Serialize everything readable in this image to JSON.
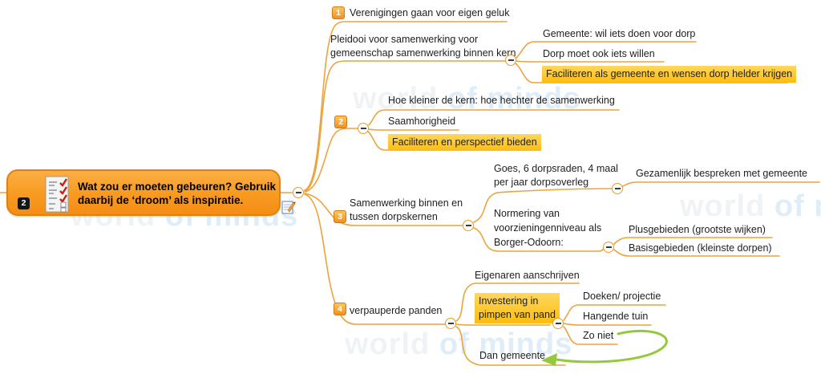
{
  "colors": {
    "branch_line": "#EBA43E",
    "highlight_top": "#FFD75E",
    "highlight_bottom": "#FCBD0E",
    "node_orange": "#F89A20",
    "relationship_green": "#94C83D",
    "text": "#1E1E1E"
  },
  "watermark": {
    "word1": "world",
    "word2": "of minds"
  },
  "central": {
    "badge": "2",
    "lines": [
      "Wat zou er moeten gebeuren? Gebruik",
      "daarbij de ‘droom’ als inspiratie."
    ]
  },
  "branches": [
    {
      "badge": "1",
      "label": "Verenigingen gaan voor eigen geluk"
    },
    {
      "lines": [
        "Pleidooi voor samenwerking voor",
        "gemeenschap samenwerking binnen kern"
      ],
      "children": [
        {
          "label": "Gemeente: wil iets doen voor dorp"
        },
        {
          "label": "Dorp moet ook iets willen"
        },
        {
          "label": "Faciliteren als gemeente en wensen  dorp helder krijgen",
          "highlight": true
        }
      ]
    },
    {
      "badge": "2",
      "children": [
        {
          "label": "Hoe kleiner de kern: hoe hechter de samenwerking"
        },
        {
          "label": "Saamhorigheid"
        },
        {
          "label": "Faciliteren en perspectief bieden",
          "highlight": true
        }
      ]
    },
    {
      "badge": "3",
      "lines": [
        "Samenwerking binnen en",
        "tussen dorpskernen"
      ],
      "children": [
        {
          "lines": [
            "Goes, 6 dorpsraden, 4 maal",
            "per jaar dorpsoverleg"
          ],
          "children": [
            {
              "label": "Gezamenlijk bespreken met gemeente"
            }
          ]
        },
        {
          "lines": [
            "Normering van",
            "voorzieningenniveau als",
            "Borger-Odoorn:"
          ],
          "children": [
            {
              "label": "Plusgebieden (grootste wijken)"
            },
            {
              "label": "Basisgebieden (kleinste dorpen)"
            }
          ]
        }
      ]
    },
    {
      "badge": "4",
      "label": "verpauperde panden",
      "children": [
        {
          "label": "Eigenaren aanschrijven"
        },
        {
          "lines": [
            "Investering in",
            "pimpen van pand"
          ],
          "highlight": true,
          "children": [
            {
              "label": "Doeken/ projectie"
            },
            {
              "label": "Hangende tuin"
            },
            {
              "label": "Zo niet"
            }
          ]
        },
        {
          "label": "Dan gemeente"
        }
      ]
    }
  ]
}
